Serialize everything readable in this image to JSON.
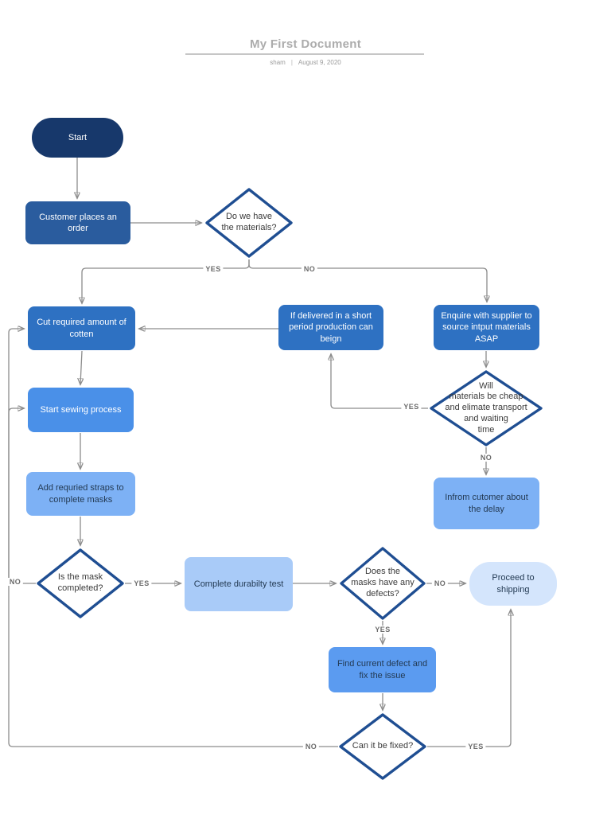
{
  "header": {
    "title": "My First Document",
    "author": "sham",
    "separator": "|",
    "date": "August 9, 2020"
  },
  "nodes": {
    "start": {
      "label": "Start"
    },
    "customer_order": {
      "label": "Customer places an\norder"
    },
    "have_materials": {
      "label": "Do we have\nthe materials?"
    },
    "cut_cotton": {
      "label": "Cut required amount of\ncotten"
    },
    "delivered_short": {
      "label": "If delivered in a short\nperiod production can\nbeign"
    },
    "enquire_supplier": {
      "label": "Enquire with supplier to\nsource intput materials\nASAP"
    },
    "materials_cheap": {
      "label": "Will\nmaterials be cheap\nand elimate transport\nand waiting\ntime"
    },
    "inform_delay": {
      "label": "Infrom cutomer about\nthe delay"
    },
    "start_sewing": {
      "label": "Start sewing process"
    },
    "add_straps": {
      "label": "Add requried straps to\ncomplete masks"
    },
    "mask_completed": {
      "label": "Is the mask\ncompleted?"
    },
    "durability_test": {
      "label": "Complete durabilty test"
    },
    "defects": {
      "label": "Does the\nmasks have any\ndefects?"
    },
    "proceed_shipping": {
      "label": "Proceed to\nshipping"
    },
    "find_defect": {
      "label": "Find current defect and\nfix the issue"
    },
    "can_fix": {
      "label": "Can it be fixed?"
    }
  },
  "edge_labels": {
    "materials_yes": "YES",
    "materials_no": "NO",
    "cheap_yes": "YES",
    "cheap_no": "NO",
    "completed_yes": "YES",
    "completed_no": "NO",
    "defects_no": "NO",
    "defects_yes": "YES",
    "fixed_no": "NO",
    "fixed_yes": "YES"
  },
  "colors": {
    "start_node": "#17386B",
    "customer_node": "#2A5C9E",
    "primary_process": "#2E71C2",
    "sewing_node": "#4A90E8",
    "light_process": "#7DB1F5",
    "find_defect_node": "#5B9BF0",
    "durability_node": "#A9CBF8",
    "shipping_node": "#D4E5FC",
    "diamond_border": "#1F4E92",
    "connector": "#8C8C8C"
  }
}
